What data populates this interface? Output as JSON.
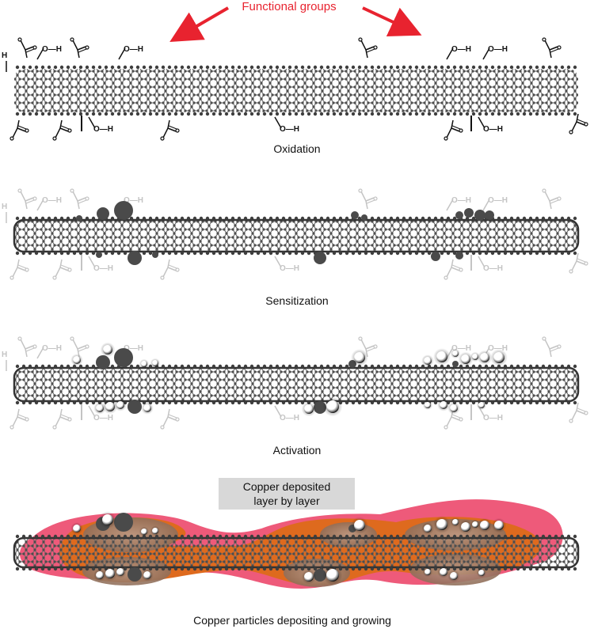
{
  "annotation": {
    "label": "Functional groups",
    "color": "#e8232f"
  },
  "stages": [
    {
      "caption": "Oxidation"
    },
    {
      "caption": "Sensitization"
    },
    {
      "caption": "Activation"
    },
    {
      "caption": "Copper particles depositing and growing"
    }
  ],
  "copper_box": {
    "line1": "Copper deposited",
    "line2": "layer by layer"
  },
  "colors": {
    "tube_atom": "#555555",
    "functional_group_dark": "#111111",
    "functional_group_faded": "#c4c4c4",
    "tin_particle": "#4a4a4a",
    "palladium_particle": "#ffffff",
    "copper_outer": "#ee5a7a",
    "copper_inner": "#de6a1e",
    "red_arrow": "#e8232f"
  },
  "group_labels": {
    "hydroxyl": "O—H",
    "hydrogen": "H"
  }
}
